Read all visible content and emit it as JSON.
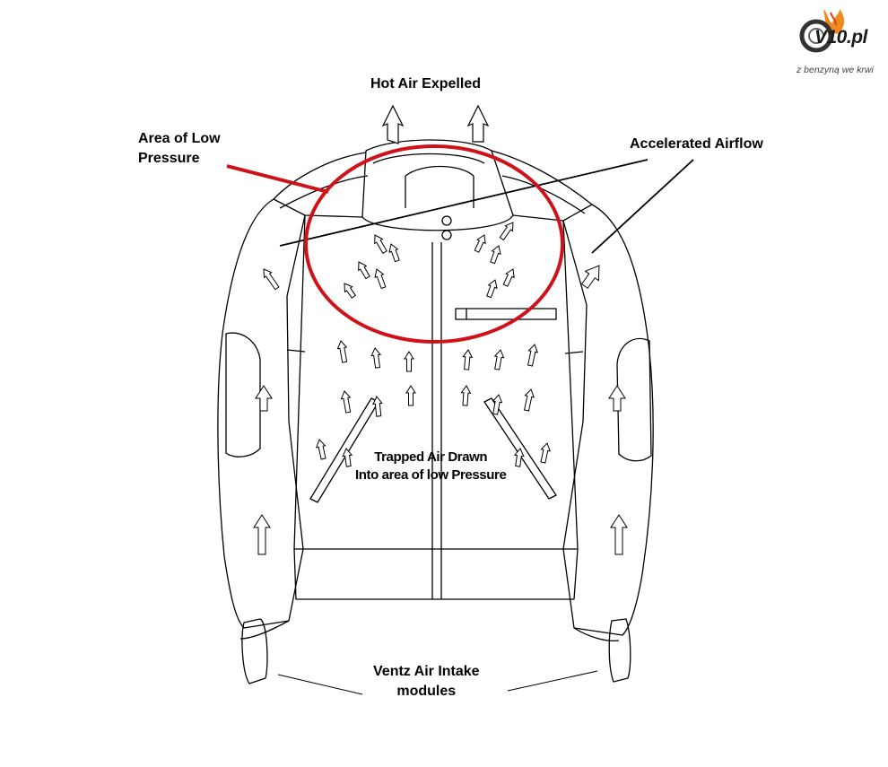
{
  "colors": {
    "ink": "#000000",
    "highlight": "#d0111a",
    "logo_flame": "#f08a1c",
    "logo_text": "#1a1a1a"
  },
  "labels": {
    "hot_air": "Hot Air Expelled",
    "low_pressure": [
      "Area of Low",
      "Pressure"
    ],
    "accelerated": "Accelerated Airflow",
    "trapped": [
      "Trapped Air Drawn",
      "Into area of low Pressure"
    ],
    "ventz": [
      "Ventz Air Intake",
      "modules"
    ]
  },
  "logo": {
    "brand": "V10.pl",
    "tagline": "z benzyną we krwi",
    "icon": "tire-flame-icon"
  }
}
